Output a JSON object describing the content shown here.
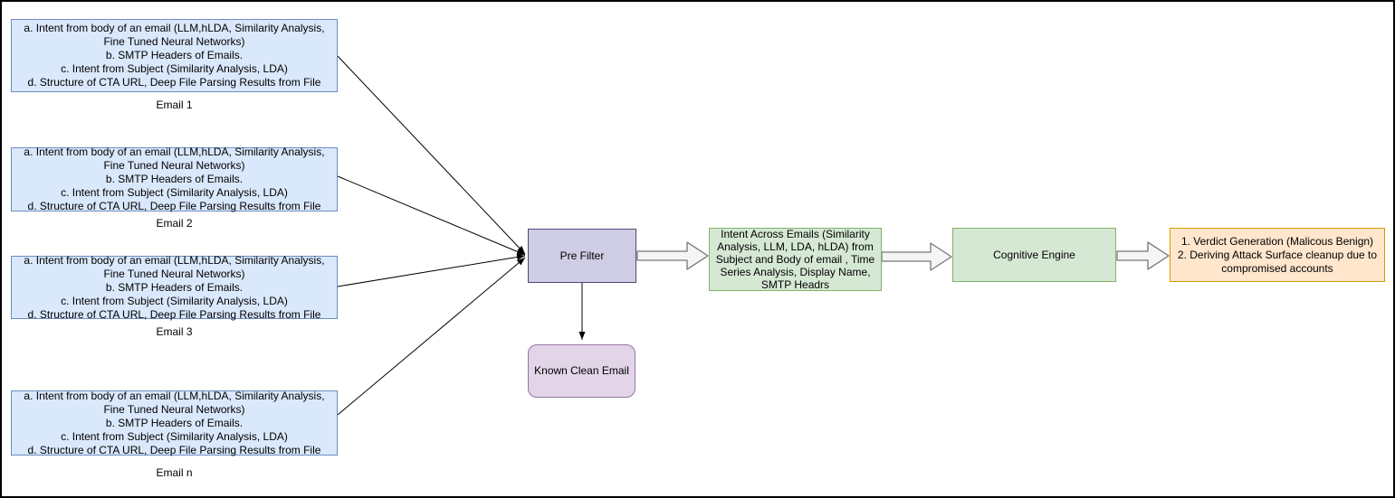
{
  "diagram": {
    "emails": [
      {
        "label": "Email 1",
        "text": "a. Intent from body of an email (LLM,hLDA, Similarity Analysis,\nFine Tuned Neural Networks)\nb. SMTP Headers of Emails.\nc. Intent from Subject (Similarity Analysis, LDA)\nd. Structure of CTA URL, Deep File Parsing Results from File"
      },
      {
        "label": "Email 2",
        "text": "a. Intent from body of an email (LLM,hLDA, Similarity Analysis,\nFine Tuned Neural Networks)\nb. SMTP Headers of Emails.\nc. Intent from Subject (Similarity Analysis, LDA)\nd. Structure of CTA URL, Deep File Parsing Results from File"
      },
      {
        "label": "Email 3",
        "text": "a. Intent from body of an email (LLM,hLDA, Similarity Analysis,\nFine Tuned Neural Networks)\nb. SMTP Headers of Emails.\nc. Intent from Subject (Similarity Analysis, LDA)\nd. Structure of CTA URL, Deep File Parsing Results from File"
      },
      {
        "label": "Email n",
        "text": "a. Intent from body of an email (LLM,hLDA, Similarity Analysis,\nFine Tuned Neural Networks)\nb. SMTP Headers of Emails.\nc. Intent from Subject (Similarity Analysis, LDA)\nd. Structure of CTA URL, Deep File Parsing Results from File"
      }
    ],
    "pre_filter_label": "Pre Filter",
    "known_clean_label": "Known Clean Email",
    "intent_across_text": "Intent Across Emails (Similarity\nAnalysis, LLM, LDA, hLDA) from\nSubject and Body of email , Time\nSeries Analysis, Display Name,\nSMTP Headrs",
    "cognitive_engine_label": "Cognitive Engine",
    "verdict_text": "1. Verdict Generation (Malicous Benign)\n2. Deriving Attack Surface cleanup due to\ncompromised accounts",
    "colors": {
      "email_fill": "#dae8fc",
      "email_border": "#6c8ebf",
      "pre_filter_fill": "#cfcde4",
      "pre_filter_border": "#4d4878",
      "known_clean_fill": "#e1d5e7",
      "known_clean_border": "#9673a6",
      "green_fill": "#d5e8d4",
      "green_border": "#82b366",
      "orange_fill": "#ffe6cc",
      "orange_border": "#d79b00",
      "block_arrow_fill": "#f5f5f5",
      "block_arrow_border": "#767676",
      "line_color": "#000000"
    }
  }
}
